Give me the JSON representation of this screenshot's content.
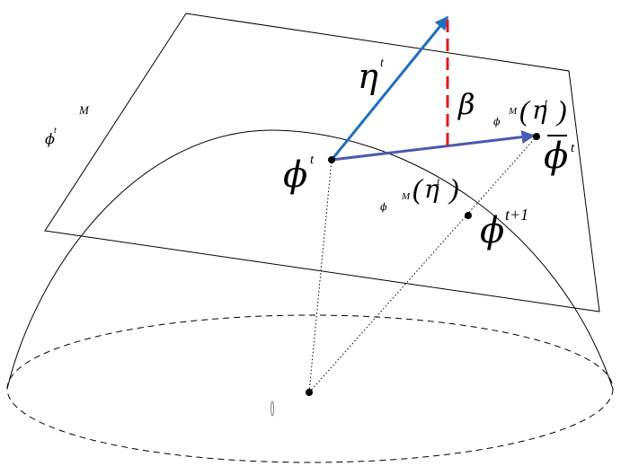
{
  "labels": {
    "tangent_plane_phi": "ϕ",
    "tangent_plane_phi_sup": "t",
    "tangent_plane_M": "M",
    "eta": "η",
    "eta_sup": "t",
    "beta": "β",
    "phi_t": "ϕ",
    "phi_t_sup": "t",
    "exp_bar_sub": "ϕ",
    "exp_bar_M": "M",
    "exp_bar_arg_open": "(",
    "exp_bar_arg_eta": "η",
    "exp_bar_arg_sup": "t",
    "exp_bar_arg_close": ")",
    "phi_bar": "ϕ",
    "phi_bar_sup": "t",
    "exp_next_sub": "ϕ",
    "exp_next_M": "M",
    "exp_next_arg_open": "(",
    "exp_next_arg_eta": "η",
    "exp_next_arg_sup": "t",
    "exp_next_arg_close": ")",
    "phi_next": "ϕ",
    "phi_next_sup": "t+1"
  },
  "colors": {
    "eta_arrow": "#1f6fbf",
    "projection_arrow": "#4a5bb3",
    "beta_dash": "#e8141c",
    "stroke": "#000000"
  }
}
